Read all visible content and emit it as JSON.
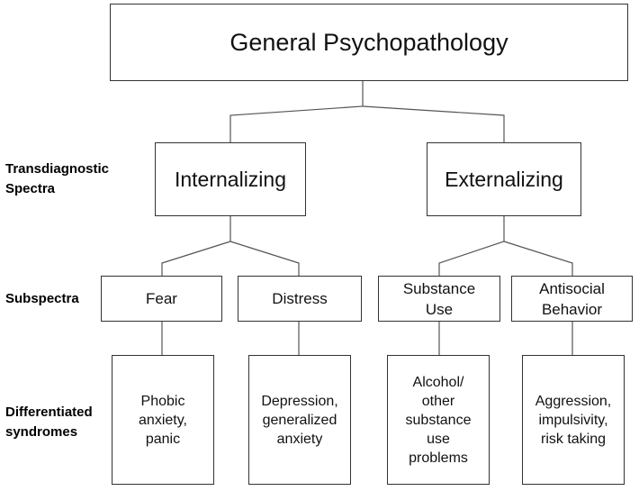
{
  "root": {
    "label": "General Psychopathology"
  },
  "levels": {
    "spectra": "Transdiagnostic\nSpectra",
    "subspectra": "Subspectra",
    "syndromes": "Differentiated\nsyndromes"
  },
  "spectra": [
    {
      "label": "Internalizing"
    },
    {
      "label": "Externalizing"
    }
  ],
  "subspectra": [
    {
      "label": "Fear"
    },
    {
      "label": "Distress"
    },
    {
      "label": "Substance\nUse"
    },
    {
      "label": "Antisocial\nBehavior"
    }
  ],
  "syndromes": [
    {
      "label": "Phobic\nanxiety,\npanic"
    },
    {
      "label": "Depression,\ngeneralized\nanxiety"
    },
    {
      "label": "Alcohol/\nother\nsubstance\nuse\nproblems"
    },
    {
      "label": "Aggression,\nimpulsivity,\nrisk taking"
    }
  ]
}
